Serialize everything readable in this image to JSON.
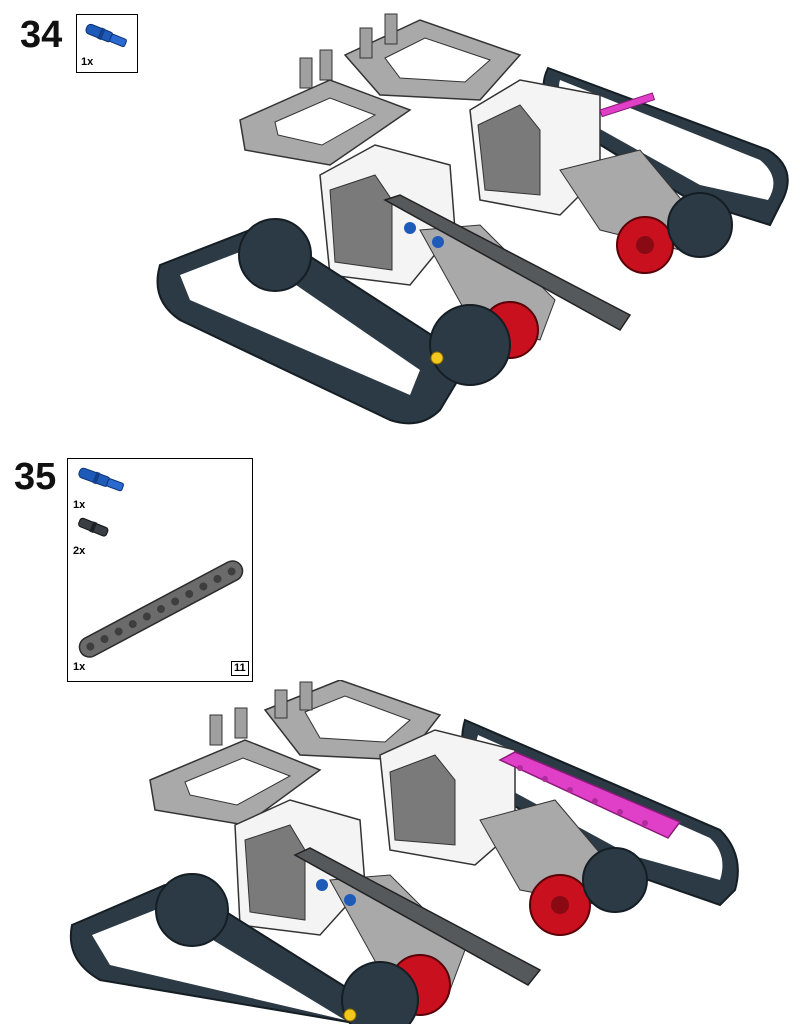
{
  "steps": [
    {
      "number": "34",
      "parts": [
        {
          "name": "blue-axle-pin",
          "qty": "1x",
          "color": "#1e5bb8"
        }
      ]
    },
    {
      "number": "35",
      "parts": [
        {
          "name": "blue-axle-pin",
          "qty": "1x",
          "color": "#1e5bb8"
        },
        {
          "name": "black-connector-pin",
          "qty": "2x",
          "color": "#3a3f44"
        },
        {
          "name": "grey-beam-11",
          "qty": "1x",
          "color": "#6b6b6b"
        }
      ],
      "ruler_label": "11"
    }
  ],
  "colors": {
    "track": "#2b3a44",
    "frame": "#a9a9a9",
    "motor_white": "#f4f4f4",
    "hub_red": "#c8101e",
    "highlight_magenta": "#e040c8",
    "beam_dark": "#55595c",
    "pin_blue": "#1e5bb8",
    "axle_yellow": "#f2c81e"
  }
}
